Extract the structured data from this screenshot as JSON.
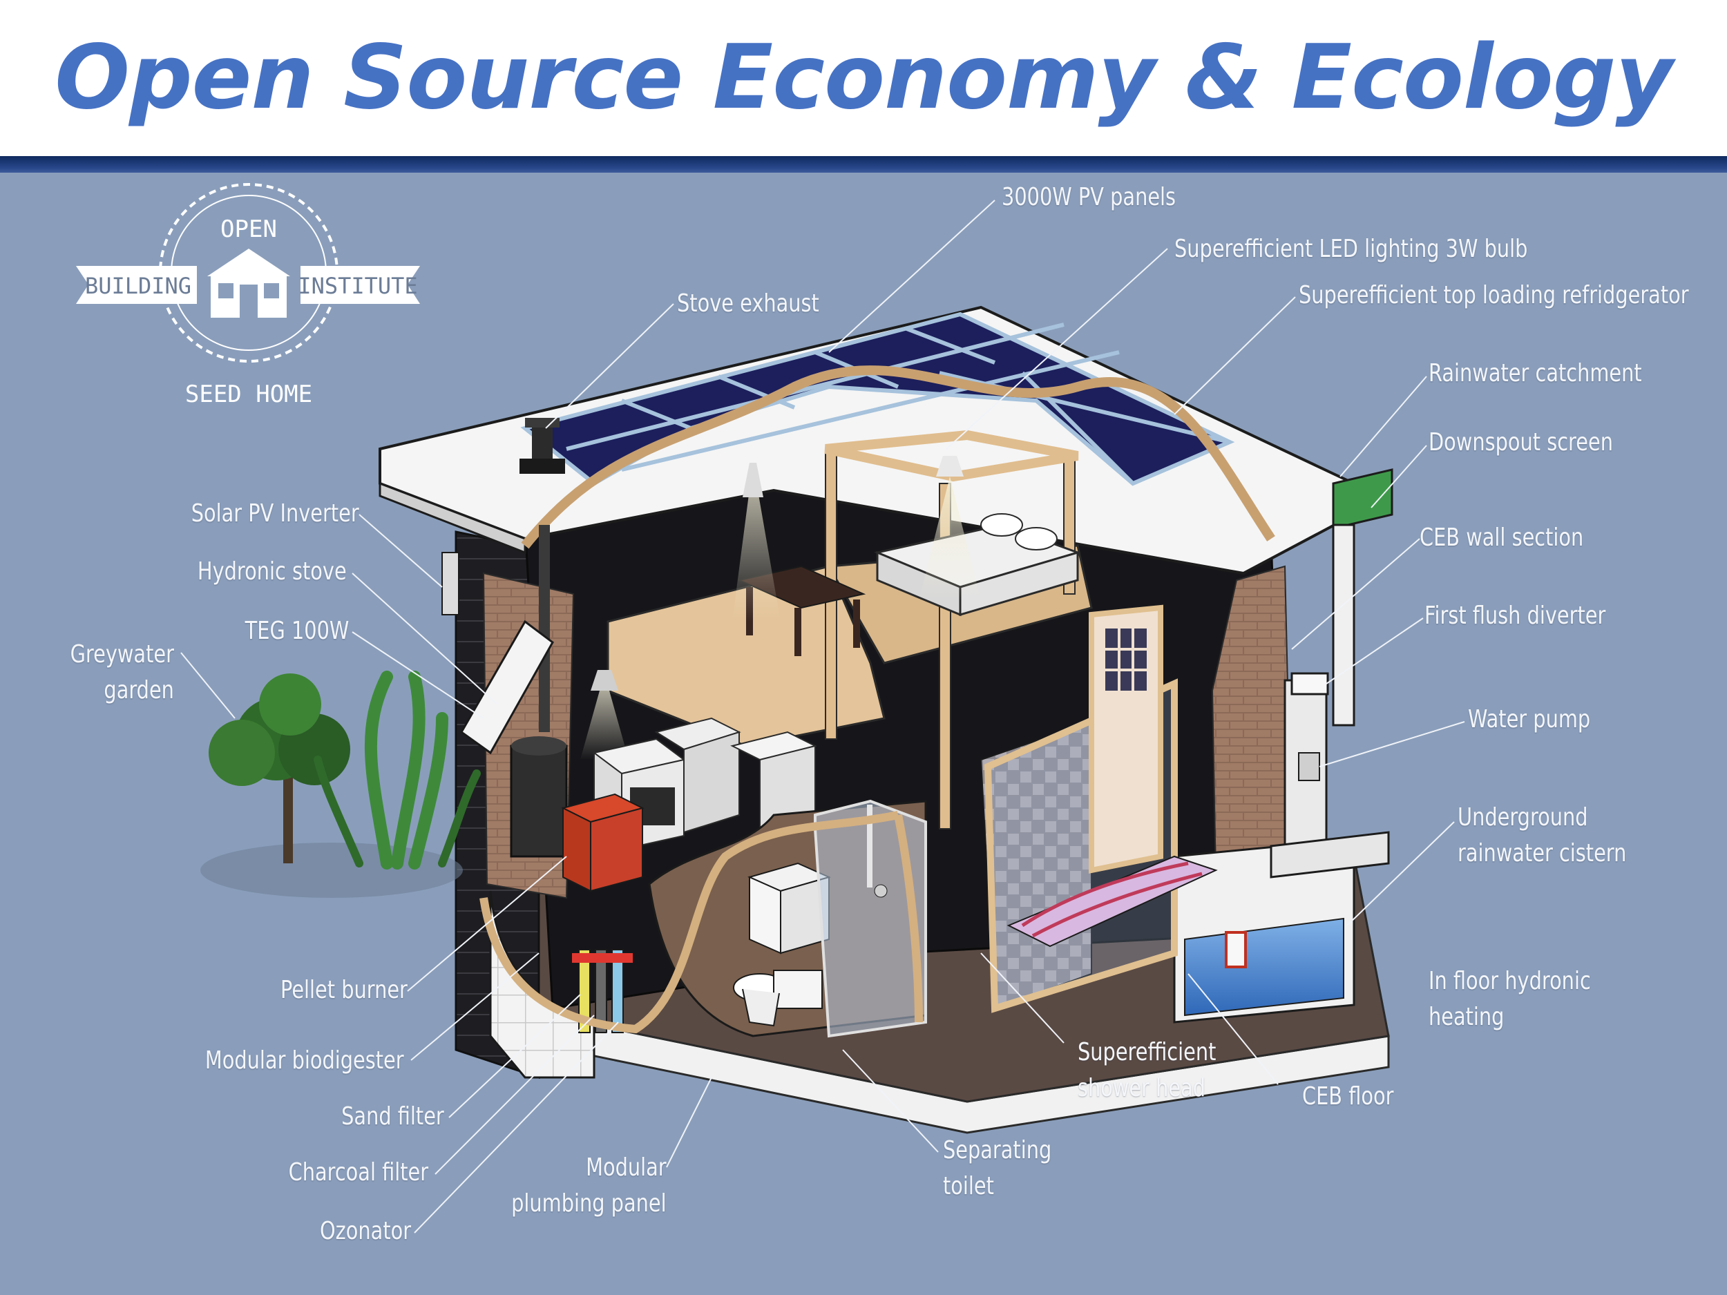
{
  "title": "Open Source Economy & Ecology",
  "logo": {
    "top_text": "OPEN",
    "left_ribbon": "BUILDING",
    "right_ribbon": "INSTITUTE",
    "bottom_text": "SEED HOME"
  },
  "labels": {
    "pv_panels": "3000W PV panels",
    "led_lighting": "Superefficient LED lighting 3W bulb",
    "refrigerator": "Superefficient top loading refridgerator",
    "stove_exhaust": "Stove exhaust",
    "rainwater_catchment": "Rainwater catchment",
    "downspout_screen": "Downspout screen",
    "solar_inverter": "Solar PV Inverter",
    "hydronic_stove": "Hydronic stove",
    "teg": "TEG 100W",
    "greywater_garden": "Greywater\ngarden",
    "ceb_wall": "CEB wall section",
    "first_flush": "First flush diverter",
    "water_pump": "Water pump",
    "cistern": "Underground\nrainwater cistern",
    "floor_heating": "In floor hydronic\nheating",
    "pellet_burner": "Pellet burner",
    "biodigester": "Modular biodigester",
    "sand_filter": "Sand filter",
    "charcoal_filter": "Charcoal filter",
    "ozonator": "Ozonator",
    "plumbing_panel": "Modular\nplumbing panel",
    "separating_toilet": "Separating\ntoilet",
    "shower_head": "Superefficient\nshower head",
    "ceb_floor": "CEB floor"
  },
  "colors": {
    "title": "#4672c4",
    "rule": "#1c3a78",
    "background": "#8a9ebb",
    "label_text": "#f4f6fa",
    "pv_panel": "#1c1f5c",
    "water": "#4d86cf"
  }
}
